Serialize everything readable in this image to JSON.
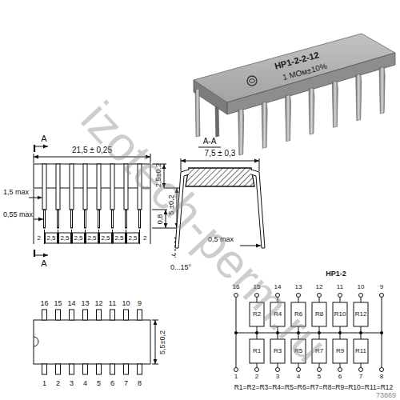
{
  "diagram": {
    "labels": [
      "НР1-2-2-12",
      "1 МОм±10%",
      "izotech-perm.ru",
      "A",
      "21,5 ± 0,25",
      "A-A",
      "7,5 ± 0,3",
      "1,5 max",
      "0,55 max",
      "2,5±0,2",
      "0,8",
      "5 ±0,2",
      "0,5 max",
      "2",
      "2,5",
      "2,5",
      "2,5",
      "2,5",
      "2,5",
      "2,5",
      "2,5",
      "2",
      "A",
      "0...15°",
      "НР1-2",
      "16",
      "15",
      "14",
      "13",
      "12",
      "11",
      "10",
      "9",
      "R2",
      "R4",
      "R6",
      "R8",
      "R10",
      "R12",
      "R1",
      "R3",
      "R5",
      "R7",
      "R9",
      "R11",
      "1",
      "2",
      "3",
      "4",
      "5",
      "6",
      "7",
      "8",
      "R1=R2=R3=R4=R5=R6=R7=R8=R9=R10=R11=R12",
      "16",
      "15",
      "14",
      "13",
      "12",
      "11",
      "10",
      "9",
      "5,5±0,2",
      "1",
      "2",
      "3",
      "4",
      "5",
      "6",
      "7",
      "8",
      "73869"
    ]
  }
}
